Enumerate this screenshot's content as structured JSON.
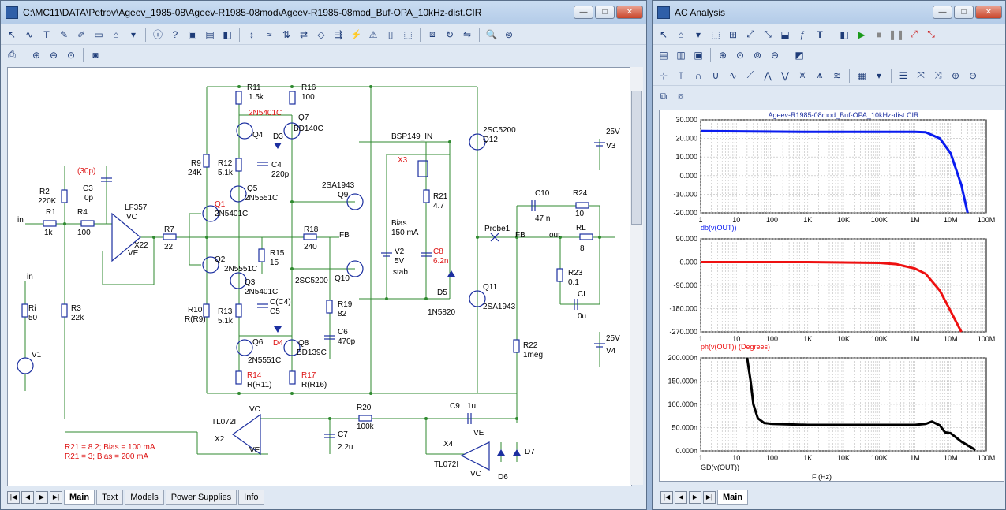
{
  "main_window": {
    "title": "C:\\MC11\\DATA\\Petrov\\Ageev_1985-08\\Ageev-R1985-08mod\\Ageev-R1985-08mod_Buf-OPA_10kHz-dist.CIR",
    "tabs": [
      "Main",
      "Text",
      "Models",
      "Power Supplies",
      "Info"
    ],
    "active_tab": "Main"
  },
  "ac_window": {
    "title": "AC Analysis",
    "tabs": [
      "Main"
    ],
    "active_tab": "Main"
  },
  "schematic": {
    "labels": [
      "in",
      "R1",
      "1k",
      "R2",
      "220K",
      "C3",
      "0p",
      "(30p)",
      "R4",
      "100",
      "LF357",
      "VC",
      "VE",
      "X22",
      "R7",
      "22",
      "R9",
      "24K",
      "R11",
      "1.5k",
      "2N5401C",
      "Q4",
      "D3",
      "R16",
      "100",
      "Q7",
      "BD140C",
      "R12",
      "5.1k",
      "C4",
      "220p",
      "Q5",
      "2N5551C",
      "Q1",
      "2N5401C",
      "Q2",
      "2N5551C",
      "Q3",
      "2N5401C",
      "R15",
      "15",
      "R18",
      "240",
      "FB",
      "C(C4)",
      "C5",
      "R10",
      "R(R9)",
      "R13",
      "5.1k",
      "Q6",
      "D4",
      "Q8",
      "BD139C",
      "2N5551C",
      "R14",
      "R(R11)",
      "R17",
      "R(R16)",
      "2SA1943",
      "Q9",
      "2SC5200",
      "Q10",
      "R19",
      "82",
      "C6",
      "470p",
      "V2",
      "5V",
      "stab",
      "BSP149_IN",
      "X3",
      "R21",
      "4.7",
      "Bias",
      "150 mA",
      "C8",
      "6.2n",
      "D5",
      "1N5820",
      "2SC5200",
      "Q12",
      "2SA1943",
      "Q11",
      "R22",
      "1meg",
      "C10",
      "47 n",
      "R24",
      "10",
      "25V",
      "V3",
      "25V",
      "V4",
      "Probe1",
      "FB",
      "out",
      "RL",
      "8",
      "R23",
      "0.1",
      "CL",
      "0u",
      "Ri",
      "50",
      "V1",
      "R3",
      "22k",
      "in",
      "TL072I",
      "VC",
      "X2",
      "VE",
      "R20",
      "100k",
      "C7",
      "2.2u",
      "C9",
      "1u",
      "X4",
      "VE",
      "VC",
      "TL072I",
      "D6",
      "D7"
    ],
    "notes": [
      "R21 = 8.2; Bias = 100 mA",
      "R21 = 3; Bias = 200 mA"
    ]
  },
  "colors": {
    "title_bar": "#b9d1ea",
    "wire": "#2f8a2f",
    "component": "#1c2fa0",
    "red_label": "#d11",
    "plot1": "#0a1cf0",
    "plot2": "#e11",
    "plot3": "#000"
  },
  "chart_data": [
    {
      "type": "line",
      "title": "Ageev-R1985-08mod_Buf-OPA_10kHz-dist.CIR",
      "xlabel": "db(v(OUT))",
      "x_scale": "log",
      "xlim": [
        1,
        100000000
      ],
      "x_ticks": [
        "1",
        "10",
        "100",
        "1K",
        "10K",
        "100K",
        "1M",
        "10M",
        "100M"
      ],
      "ylim": [
        -20,
        30
      ],
      "y_ticks": [
        "30.000",
        "20.000",
        "10.000",
        "0.000",
        "-10.000",
        "-20.000"
      ],
      "series": [
        {
          "x": [
            1,
            1000,
            100000,
            1000000,
            2000000,
            5000000,
            10000000,
            20000000,
            30000000
          ],
          "y": [
            24,
            23.5,
            23.5,
            23.5,
            23.3,
            20,
            12,
            -5,
            -20
          ]
        }
      ]
    },
    {
      "type": "line",
      "xlabel": "ph(v(OUT)) (Degrees)",
      "x_scale": "log",
      "xlim": [
        1,
        100000000
      ],
      "x_ticks": [
        "1",
        "10",
        "100",
        "1K",
        "10K",
        "100K",
        "1M",
        "10M",
        "100M"
      ],
      "ylim": [
        -270,
        90
      ],
      "y_ticks": [
        "90.000",
        "0.000",
        "-90.000",
        "-180.000",
        "-270.000"
      ],
      "series": [
        {
          "x": [
            1,
            1000,
            100000,
            300000,
            1000000,
            2000000,
            5000000,
            10000000,
            20000000
          ],
          "y": [
            0,
            0,
            -3,
            -8,
            -25,
            -45,
            -110,
            -190,
            -270
          ]
        }
      ]
    },
    {
      "type": "line",
      "xlabel": "F (Hz)",
      "ylabel": "GD(v(OUT))",
      "x_scale": "log",
      "xlim": [
        1,
        100000000
      ],
      "x_ticks": [
        "1",
        "10",
        "100",
        "1K",
        "10K",
        "100K",
        "1M",
        "10M",
        "100M"
      ],
      "ylim": [
        0,
        200
      ],
      "y_ticks": [
        "200.000n",
        "150.000n",
        "100.000n",
        "50.000n",
        "0.000n"
      ],
      "series": [
        {
          "x": [
            20,
            25,
            30,
            40,
            60,
            100,
            1000,
            10000,
            100000,
            1000000,
            2000000,
            3000000,
            5000000,
            7000000,
            10000000,
            20000000,
            50000000
          ],
          "y": [
            200,
            150,
            100,
            70,
            60,
            58,
            56,
            56,
            56,
            56,
            58,
            63,
            55,
            40,
            38,
            20,
            2
          ]
        }
      ]
    }
  ]
}
